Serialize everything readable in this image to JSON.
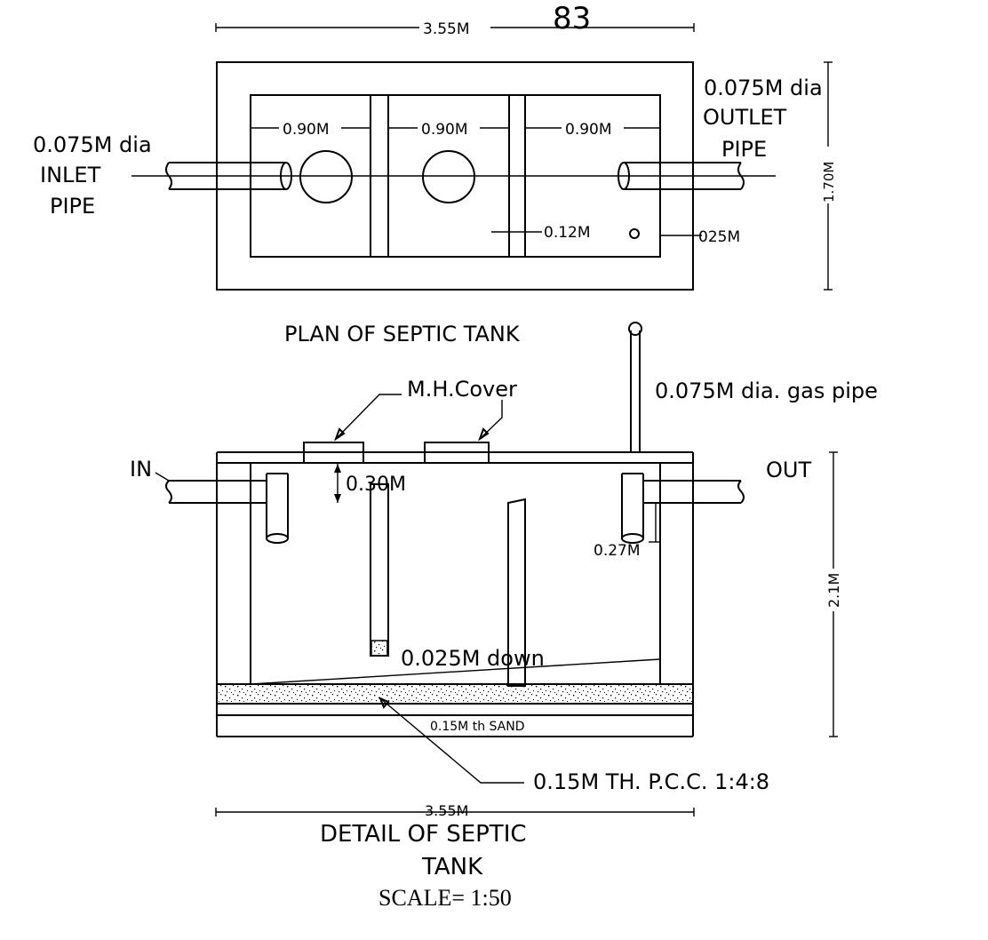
{
  "drawing_number": "83",
  "plan": {
    "title": "PLAN OF SEPTIC TANK",
    "overall_length": "3.55M",
    "overall_width": "1.70M",
    "chamber_1_width": "0.90M",
    "chamber_2_width": "0.90M",
    "chamber_3_width": "0.90M",
    "wall_thickness": "0.12M",
    "vent_offset": "025M",
    "inlet": {
      "diameter": "0.075M dia",
      "line1": "INLET",
      "line2": "PIPE"
    },
    "outlet": {
      "diameter": "0.075M dia",
      "line1": "OUTLET",
      "line2": "PIPE"
    }
  },
  "section": {
    "cover_label": "M.H.Cover",
    "gas_pipe_label": "0.075M  dia. gas pipe",
    "in_label": "IN",
    "out_label": "OUT",
    "cover_depth": "0.30M",
    "outlet_drop": "0.27M",
    "depth": "2.1M",
    "floor_slope": "0.025M down",
    "sand_label": "0.15M th SAND",
    "pcc_label": "0.15M TH. P.C.C. 1:4:8",
    "overall_length": "3.55M",
    "title_line1": "DETAIL OF SEPTIC",
    "title_line2": "TANK",
    "scale": "SCALE= 1:50"
  }
}
